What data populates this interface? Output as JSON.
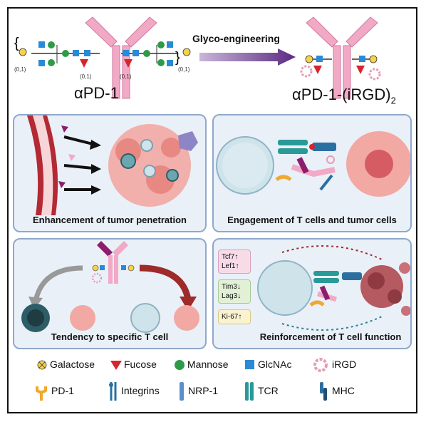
{
  "header": {
    "left_label": "αPD-1",
    "right_label_main": "αPD-1-(iRGD)",
    "right_label_sub": "2",
    "arrow_label": "Glyco-engineering",
    "copy_note": "(0,1)"
  },
  "panels": {
    "top_left": "Enhancement of  tumor penetration",
    "top_right": "Engagement of T cells and tumor cells",
    "bottom_left": "Tendency to specific T cell",
    "bottom_right": "Reinforcement of T cell function"
  },
  "markers": {
    "group1": [
      "Tcf7↑",
      "Lef1↑"
    ],
    "group2": [
      "Tim3↓",
      "Lag3↓"
    ],
    "group3": [
      "Ki-67↑"
    ]
  },
  "legend": {
    "row1": [
      "Galactose",
      "Fucose",
      "Mannose",
      "GlcNAc",
      "iRGD"
    ],
    "row2": [
      "PD-1",
      "Integrins",
      "NRP-1",
      "TCR",
      "MHC"
    ]
  },
  "colors": {
    "antibody": "#f2a9c6",
    "arrow": "#5a2a82",
    "panel_bg": "#e9f0f8",
    "panel_border": "#8fa8cc",
    "galactose": "#f5d24a",
    "fucose": "#d8242c",
    "mannose": "#2f9a48",
    "glcnac": "#2a8ad6",
    "irgd": "#e79bb4"
  }
}
